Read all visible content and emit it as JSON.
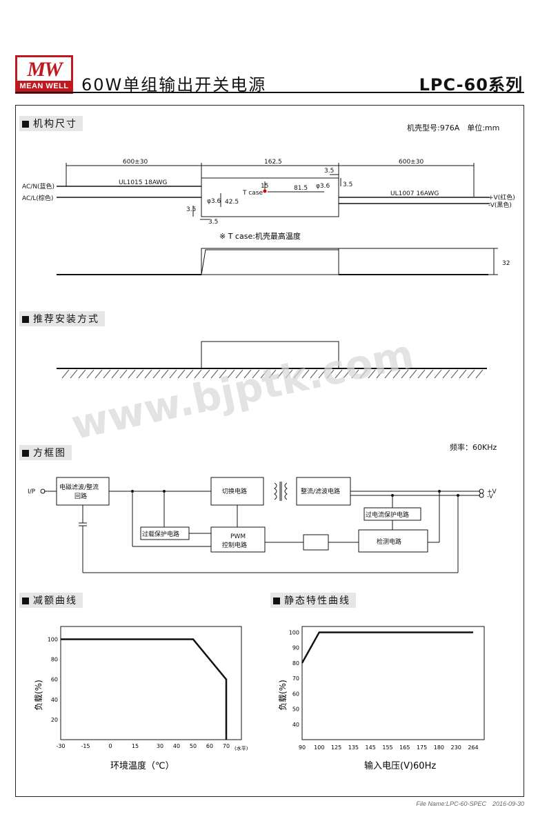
{
  "header": {
    "brand_mw": "MW",
    "brand_name": "MEAN WELL",
    "title": "60W单组输出开关电源",
    "series": "LPC-60系列"
  },
  "sections": {
    "mechanical": "机构尺寸",
    "case_info": "机壳型号:976A　单位:mm",
    "install": "推荐安装方式",
    "block": "方框图",
    "freq": "频率：60KHz",
    "derating": "减额曲线",
    "static": "静态特性曲线"
  },
  "mechanical": {
    "dim_left": "600±30",
    "dim_mid": "162.5",
    "dim_right": "600±30",
    "dim_35a": "3.5",
    "dim_35b": "3.5",
    "dim_35c": "3.5",
    "dim_35d": "3.5",
    "dim_425": "42.5",
    "dim_15": "15",
    "dim_815": "81.5",
    "dim_36a": "φ3.6",
    "dim_36b": "φ3.6",
    "tcase": "T case",
    "wire_left": "UL1015 18AWG",
    "wire_right": "UL1007 16AWG",
    "acn": "AC/N(蓝色)",
    "acl": "AC/L(棕色)",
    "vplus": "+V(红色)",
    "vminus": "-V(黑色)",
    "note": "※ T case:机壳最高温度",
    "height": "32"
  },
  "block": {
    "ip": "I/P",
    "emi": "电磁滤波/整流",
    "emi2": "回路",
    "switch": "切换电路",
    "rect": "整流/滤波电路",
    "ocp": "过载保护电路",
    "pwm": "PWM",
    "pwm2": "控制电路",
    "detect": "检测电路",
    "ccp": "过电流保护电路",
    "vplus": "+V",
    "vminus": "-V"
  },
  "watermark": "www.bjptk.com",
  "chart_data": [
    {
      "type": "line",
      "x": [
        -30,
        50,
        70,
        70
      ],
      "y": [
        100,
        100,
        60,
        0
      ],
      "xticks": [
        "-30",
        "-15",
        "0",
        "15",
        "30",
        "40",
        "50",
        "60",
        "70"
      ],
      "xticks_unit": "(水平)",
      "yticks": [
        "20",
        "40",
        "60",
        "80",
        "100"
      ],
      "xlabel": "环境温度（℃）",
      "ylabel": "负载(%)"
    },
    {
      "type": "line",
      "x": [
        "90",
        "100",
        "264"
      ],
      "y": [
        80,
        100,
        100
      ],
      "xticks": [
        "90",
        "100",
        "125",
        "135",
        "145",
        "155",
        "165",
        "175",
        "180",
        "230",
        "264"
      ],
      "yticks": [
        "40",
        "50",
        "60",
        "70",
        "80",
        "90",
        "100"
      ],
      "xlabel": "输入电压(V)60Hz",
      "ylabel": "负载(%)"
    }
  ],
  "footer": "File Name:LPC-60-SPEC　2016-09-30"
}
